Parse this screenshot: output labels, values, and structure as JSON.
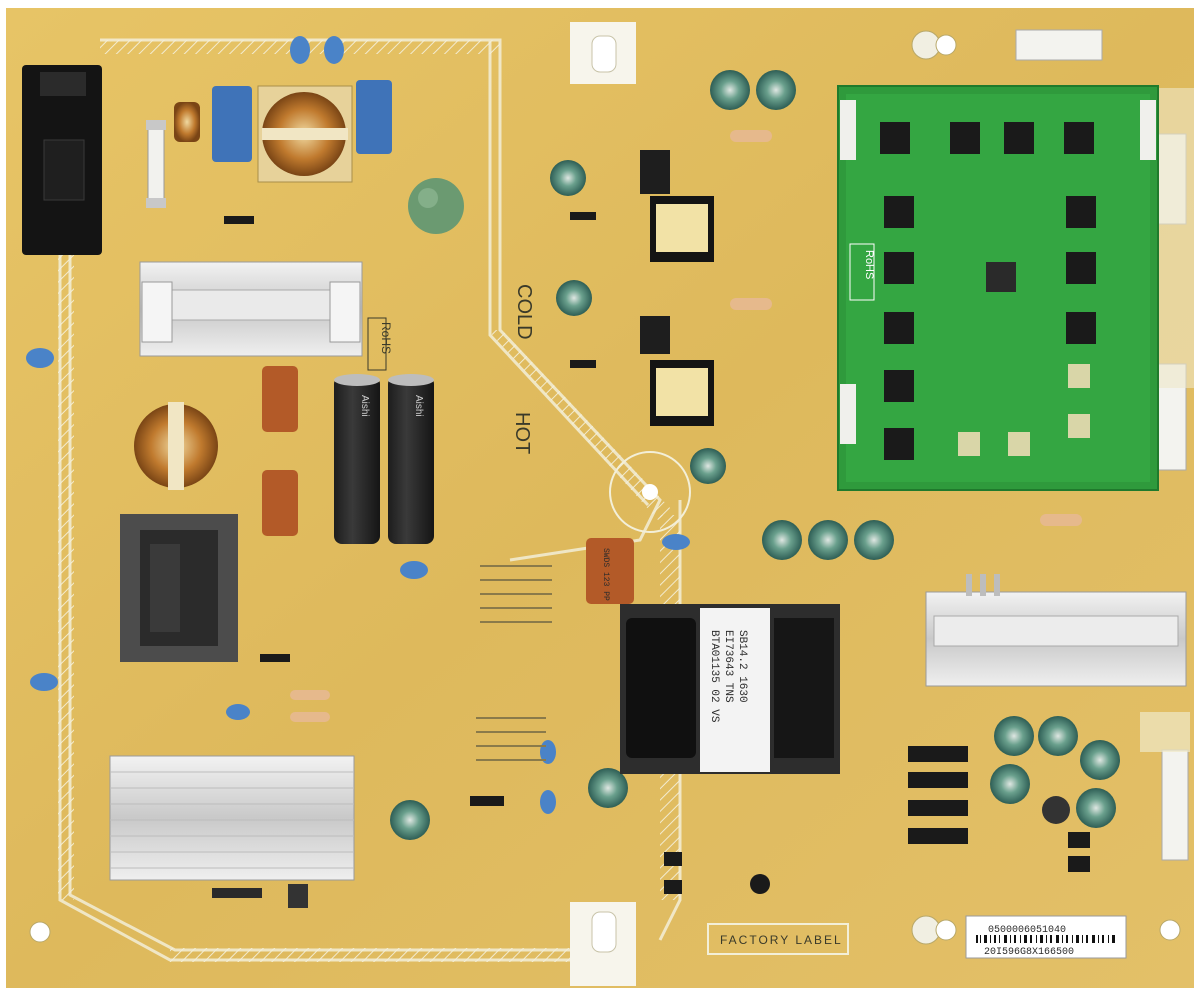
{
  "board": {
    "zone_cold": "COLD",
    "zone_hot": "HOT",
    "rohs_mark": "RoHS",
    "daughter_rohs_mark": "RoHS",
    "factory_label": "FACTORY LABEL",
    "barcode_top": "0500006051040",
    "barcode_bottom": "20I596G8X166500",
    "transformer_text": [
      "BTA01135 02 VS",
      "EI73643 TNS",
      "SB14.2 1630"
    ],
    "capacitor_brand": "Aishi",
    "filter_cap_text": "SWDS 123 PP"
  },
  "colors": {
    "pcb": "#e0bd5f",
    "daughter_board": "#2f9a3c",
    "heatsink": "#d8d8d8",
    "zone_line": "#f3efd8"
  }
}
